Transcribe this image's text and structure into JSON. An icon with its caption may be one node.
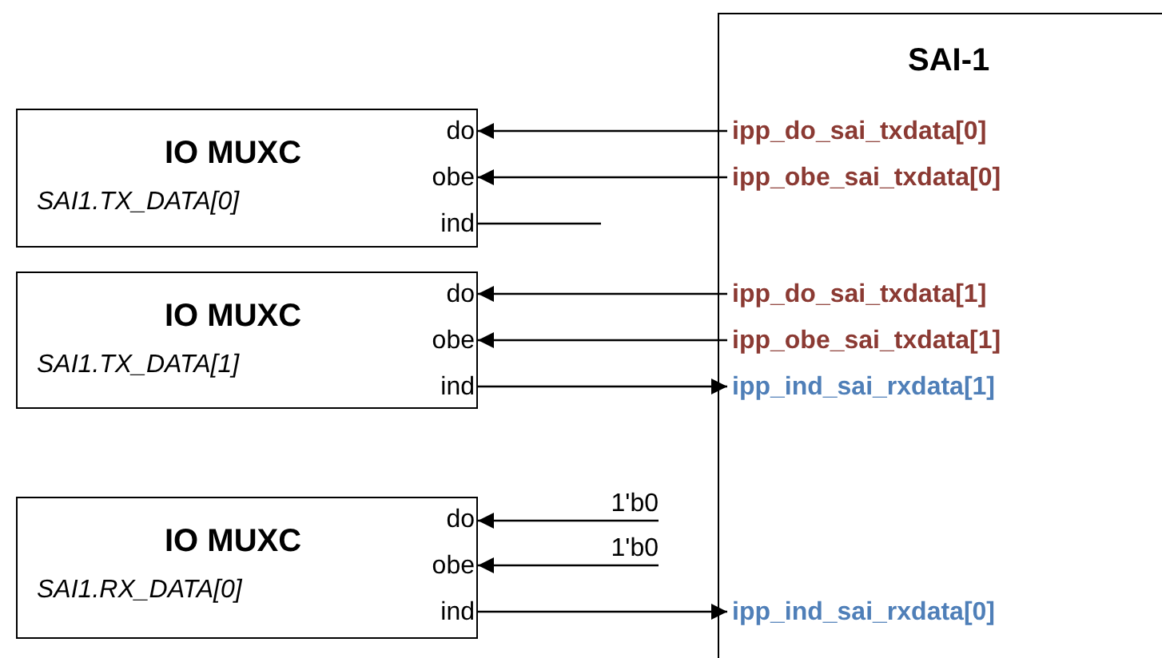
{
  "diagram": {
    "nodes": [
      {
        "text": [
          "SAI-1"
        ]
      },
      {
        "text": [
          "IO MUXC",
          "SAI1.TX_DATA[0]"
        ]
      },
      {
        "text": [
          "do"
        ],
        "in": 1
      },
      {
        "text": [
          "obe"
        ],
        "in": 1
      },
      {
        "text": [
          "ind"
        ],
        "in": 1
      },
      {
        "text": [
          "ipp_do_sai_txdata[0]"
        ],
        "in": 0
      },
      {
        "text": [
          "ipp_obe_sai_txdata[0]"
        ],
        "in": 0
      },
      {
        "text": [
          "IO MUXC",
          "SAI1.TX_DATA[1]"
        ]
      },
      {
        "text": [
          "do"
        ],
        "in": 7
      },
      {
        "text": [
          "obe"
        ],
        "in": 7
      },
      {
        "text": [
          "ind"
        ],
        "in": 7
      },
      {
        "text": [
          "ipp_do_sai_txdata[1]"
        ],
        "in": 0
      },
      {
        "text": [
          "ipp_obe_sai_txdata[1]"
        ],
        "in": 0
      },
      {
        "text": [
          "ipp_ind_sai_rxdata[1]"
        ],
        "in": 0
      },
      {
        "text": [
          "IO MUXC",
          "SAI1.RX_DATA[0]"
        ]
      },
      {
        "text": [
          "do"
        ],
        "in": 14
      },
      {
        "text": [
          "obe"
        ],
        "in": 14
      },
      {
        "text": [
          "ind"
        ],
        "in": 14
      },
      {
        "text": [
          "1'b0"
        ]
      },
      {
        "text": [
          "1'b0"
        ]
      },
      {
        "text": [
          "ipp_ind_sai_rxdata[0]"
        ],
        "in": 0
      }
    ],
    "edges": [
      {
        "from": 5,
        "to": 2,
        "arrow": "to"
      },
      {
        "from": 6,
        "to": 3,
        "arrow": "to"
      },
      {
        "from": 4,
        "to": null,
        "arrow": "none"
      },
      {
        "from": 11,
        "to": 8,
        "arrow": "to"
      },
      {
        "from": 12,
        "to": 9,
        "arrow": "to"
      },
      {
        "from": 10,
        "to": 13,
        "arrow": "to"
      },
      {
        "from": 18,
        "to": 15,
        "arrow": "to"
      },
      {
        "from": 19,
        "to": 16,
        "arrow": "to"
      },
      {
        "from": 17,
        "to": 20,
        "arrow": "to"
      }
    ]
  }
}
